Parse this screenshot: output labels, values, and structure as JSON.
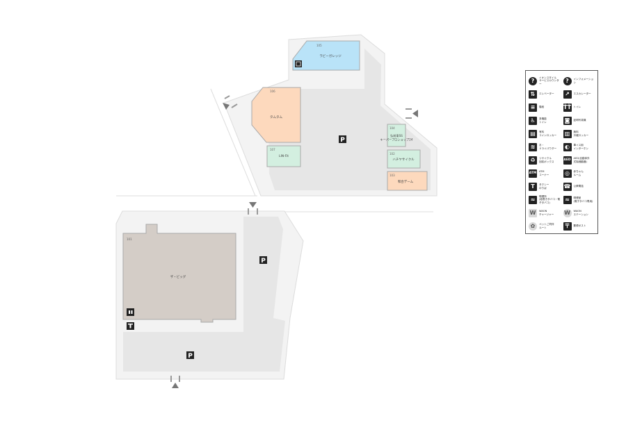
{
  "map": {
    "parking_symbol": "P",
    "shops": [
      {
        "number": "105",
        "name": "ラビーガレッジ",
        "color": "#b9e3f8"
      },
      {
        "number": "106",
        "name": "タムタム",
        "color": "#fdd9bd"
      },
      {
        "number": "107",
        "name": "LIN-Fit",
        "color": "#d3efe0"
      },
      {
        "number": "104",
        "name": "弘前東SS\nキーパープロショップ24",
        "color": "#d3efe0"
      },
      {
        "number": "102",
        "name": "ハチヤサイクル",
        "color": "#d3efe0"
      },
      {
        "number": "103",
        "name": "和合デーム",
        "color": "#fdd9bd"
      },
      {
        "number": "101",
        "name": "ザ・ビッグ",
        "color": "#d4cdc7"
      }
    ],
    "colors": {
      "site": "#f3f3f3",
      "parking": "#e6e6e6",
      "outline": "#dcdcdc",
      "icon": "#222222",
      "entrance": "#888888"
    }
  },
  "legend": {
    "items": [
      {
        "icon": "question-icon",
        "glyph": "?",
        "round": true,
        "label": "イオンスタイル\nサービスカウンター"
      },
      {
        "icon": "information-icon",
        "glyph": "?",
        "round": true,
        "label": "インフォメーション"
      },
      {
        "icon": "elevator-icon",
        "glyph": "⇅",
        "label": "エレベーター"
      },
      {
        "icon": "escalator-icon",
        "glyph": "↗",
        "label": "エスカレーター"
      },
      {
        "icon": "stairs-icon",
        "glyph": "≡",
        "label": "階段"
      },
      {
        "icon": "restroom-icon",
        "glyph": "ŤŤ",
        "label": "トイレ"
      },
      {
        "icon": "accessible-restroom-icon",
        "glyph": "♿",
        "label": "多機能\nトイレ"
      },
      {
        "icon": "photo-booth-icon",
        "glyph": "◙",
        "label": "証明写真機"
      },
      {
        "icon": "coin-locker-icon",
        "glyph": "▤",
        "label": "有料\nコインロッカー"
      },
      {
        "icon": "free-locker-icon",
        "glyph": "▥",
        "label": "無料\n冷蔵ロッカー"
      },
      {
        "icon": "hair-dryer-icon",
        "glyph": "≋",
        "label": "お・\nドライパウダー"
      },
      {
        "icon": "wheelchair-intercom-icon",
        "glyph": "◐",
        "label": "車イス用\nインターホン"
      },
      {
        "icon": "recycle-box-icon",
        "glyph": "♻",
        "label": "リサイクル\n回収ボックス"
      },
      {
        "icon": "aed-icon",
        "glyph": "AED",
        "label": "AED(自動体外\n式除細動器)"
      },
      {
        "icon": "atm-icon",
        "glyph": "ATM",
        "label": "ATM\nコーナー"
      },
      {
        "icon": "baby-room-icon",
        "glyph": "◎",
        "label": "赤ちゃん\nルーム"
      },
      {
        "icon": "taxi-icon",
        "glyph": "T",
        "label": "タクシー\nのりば"
      },
      {
        "icon": "public-phone-icon",
        "glyph": "☎",
        "label": "公衆電話"
      },
      {
        "icon": "smoking-icon",
        "glyph": "≈",
        "label": "喫煙所\n(紙巻きタバコ・電子タバコ)"
      },
      {
        "icon": "e-smoking-icon",
        "glyph": "≈",
        "label": "喫煙室\n(電子タバコ専用)"
      },
      {
        "icon": "waon-charger-icon",
        "glyph": "W",
        "light": true,
        "label": "WAON\nチャージャー"
      },
      {
        "icon": "waon-station-icon",
        "glyph": "W",
        "light": true,
        "round": true,
        "label": "WAON\nステーション"
      },
      {
        "icon": "pet-route-icon",
        "glyph": "✿",
        "light": true,
        "round": true,
        "label": "ペットご同伴\nルート"
      },
      {
        "icon": "post-box-icon",
        "glyph": "〒",
        "label": "郵便ポスト"
      }
    ]
  }
}
